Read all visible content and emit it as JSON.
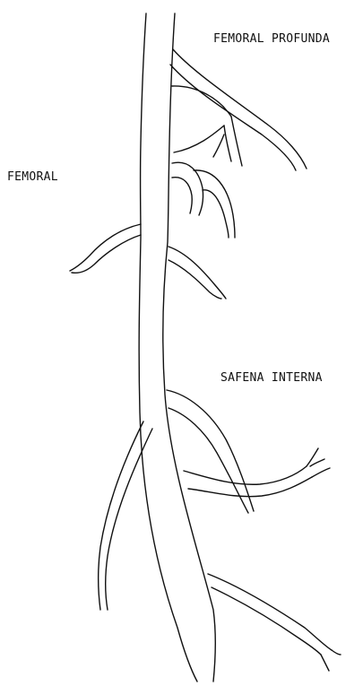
{
  "labels": {
    "femoral_profunda": "FEMORAL PROFUNDA",
    "femoral": "FEMORAL",
    "safena_interna": "SAFENA INTERNA"
  },
  "colors": {
    "line": "#111111",
    "background": "#ffffff"
  }
}
